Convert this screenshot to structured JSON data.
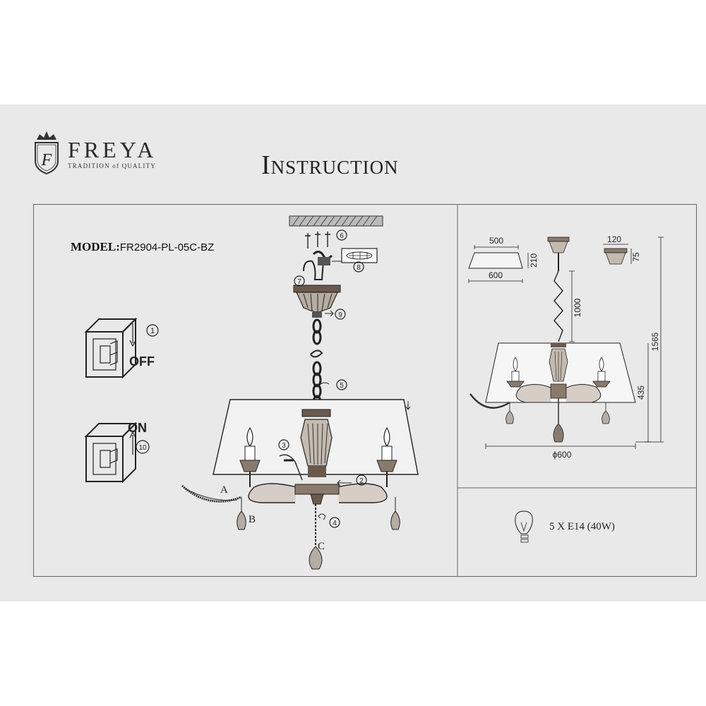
{
  "brand": {
    "name": "FREYA",
    "tagline": "TRADITION of QUALITY",
    "logo_letter": "F"
  },
  "title": "Instruction",
  "model": {
    "label": "MODEL:",
    "value": "FR2904-PL-05C-BZ"
  },
  "steps": {
    "off_label": "OFF",
    "on_label": "ON",
    "numbers": [
      "1",
      "2",
      "3",
      "4",
      "5",
      "6",
      "7",
      "8",
      "9",
      "10"
    ]
  },
  "part_letters": [
    "A",
    "B",
    "C"
  ],
  "dimensions": {
    "shade_top": "500",
    "shade_bottom": "600",
    "shade_height": "210",
    "canopy_width": "120",
    "canopy_height": "75",
    "chain_length": "1000",
    "total_height": "1565",
    "body_height": "435",
    "diameter": "ϕ600"
  },
  "bulb_spec": "5 X E14 (40W)"
}
